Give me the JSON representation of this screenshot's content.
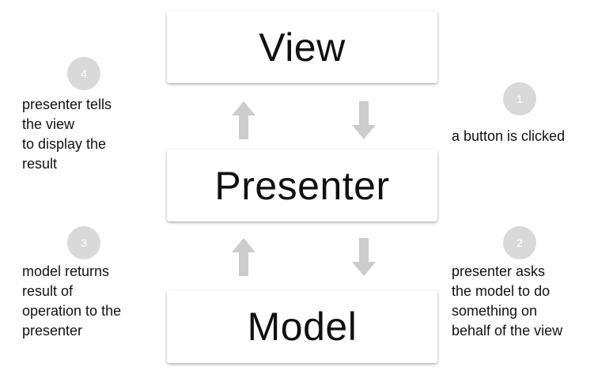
{
  "boxes": {
    "view": "View",
    "presenter": "Presenter",
    "model": "Model"
  },
  "steps": [
    {
      "number": "1",
      "lines": [
        "a button is clicked"
      ]
    },
    {
      "number": "2",
      "lines": [
        "presenter asks",
        "the model to do",
        "something on",
        "behalf of the view"
      ]
    },
    {
      "number": "3",
      "lines": [
        "model returns",
        "result of",
        "operation to the",
        "presenter"
      ]
    },
    {
      "number": "4",
      "lines": [
        "presenter tells",
        "the view",
        "to display the",
        "result"
      ]
    }
  ],
  "colors": {
    "circle": "#d9d9d9",
    "arrow": "#cccccc",
    "text": "#111111",
    "box_background": "#ffffff"
  },
  "icons": {
    "up": "arrow-up-icon",
    "down": "arrow-down-icon"
  }
}
